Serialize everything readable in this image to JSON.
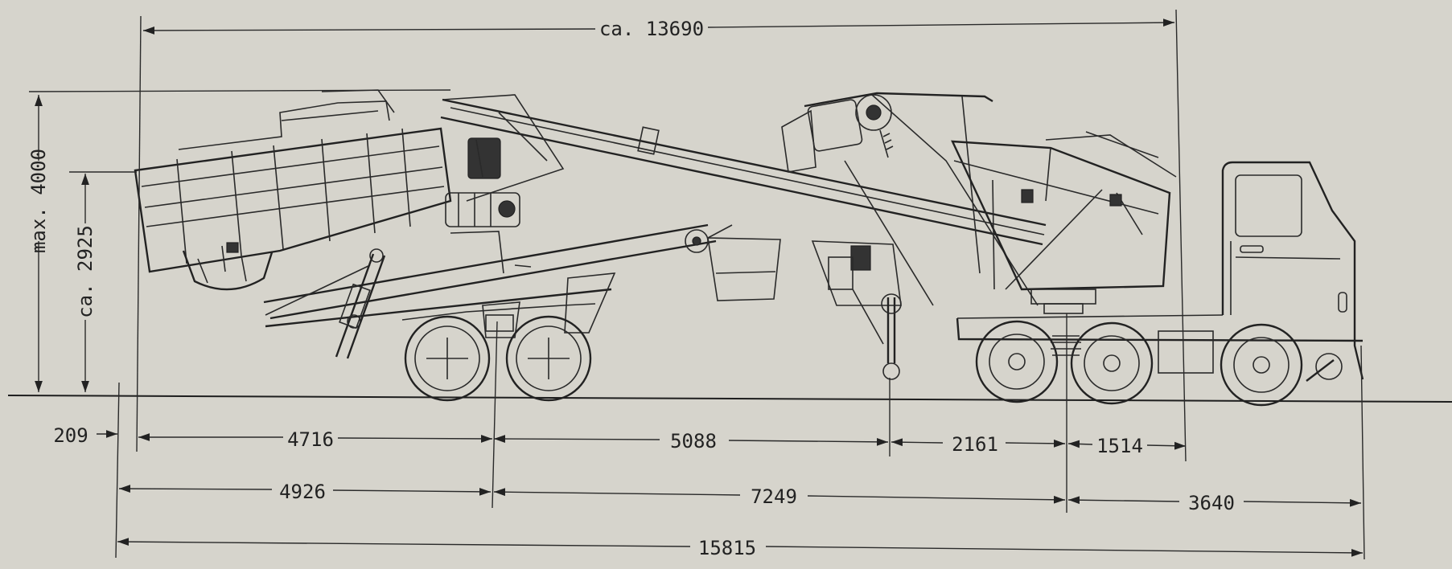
{
  "dimensions": {
    "overall_length_top": "ca. 13690",
    "max_height": "max. 4000",
    "height_ca": "ca. 2925",
    "offset_left": "209",
    "row1": [
      "4716",
      "5088",
      "2161",
      "1514"
    ],
    "row2": [
      "4926",
      "7249",
      "3640"
    ],
    "total_length": "15815"
  },
  "colors": {
    "paper": "#d6d4cc",
    "ink": "#2a2a2a"
  }
}
